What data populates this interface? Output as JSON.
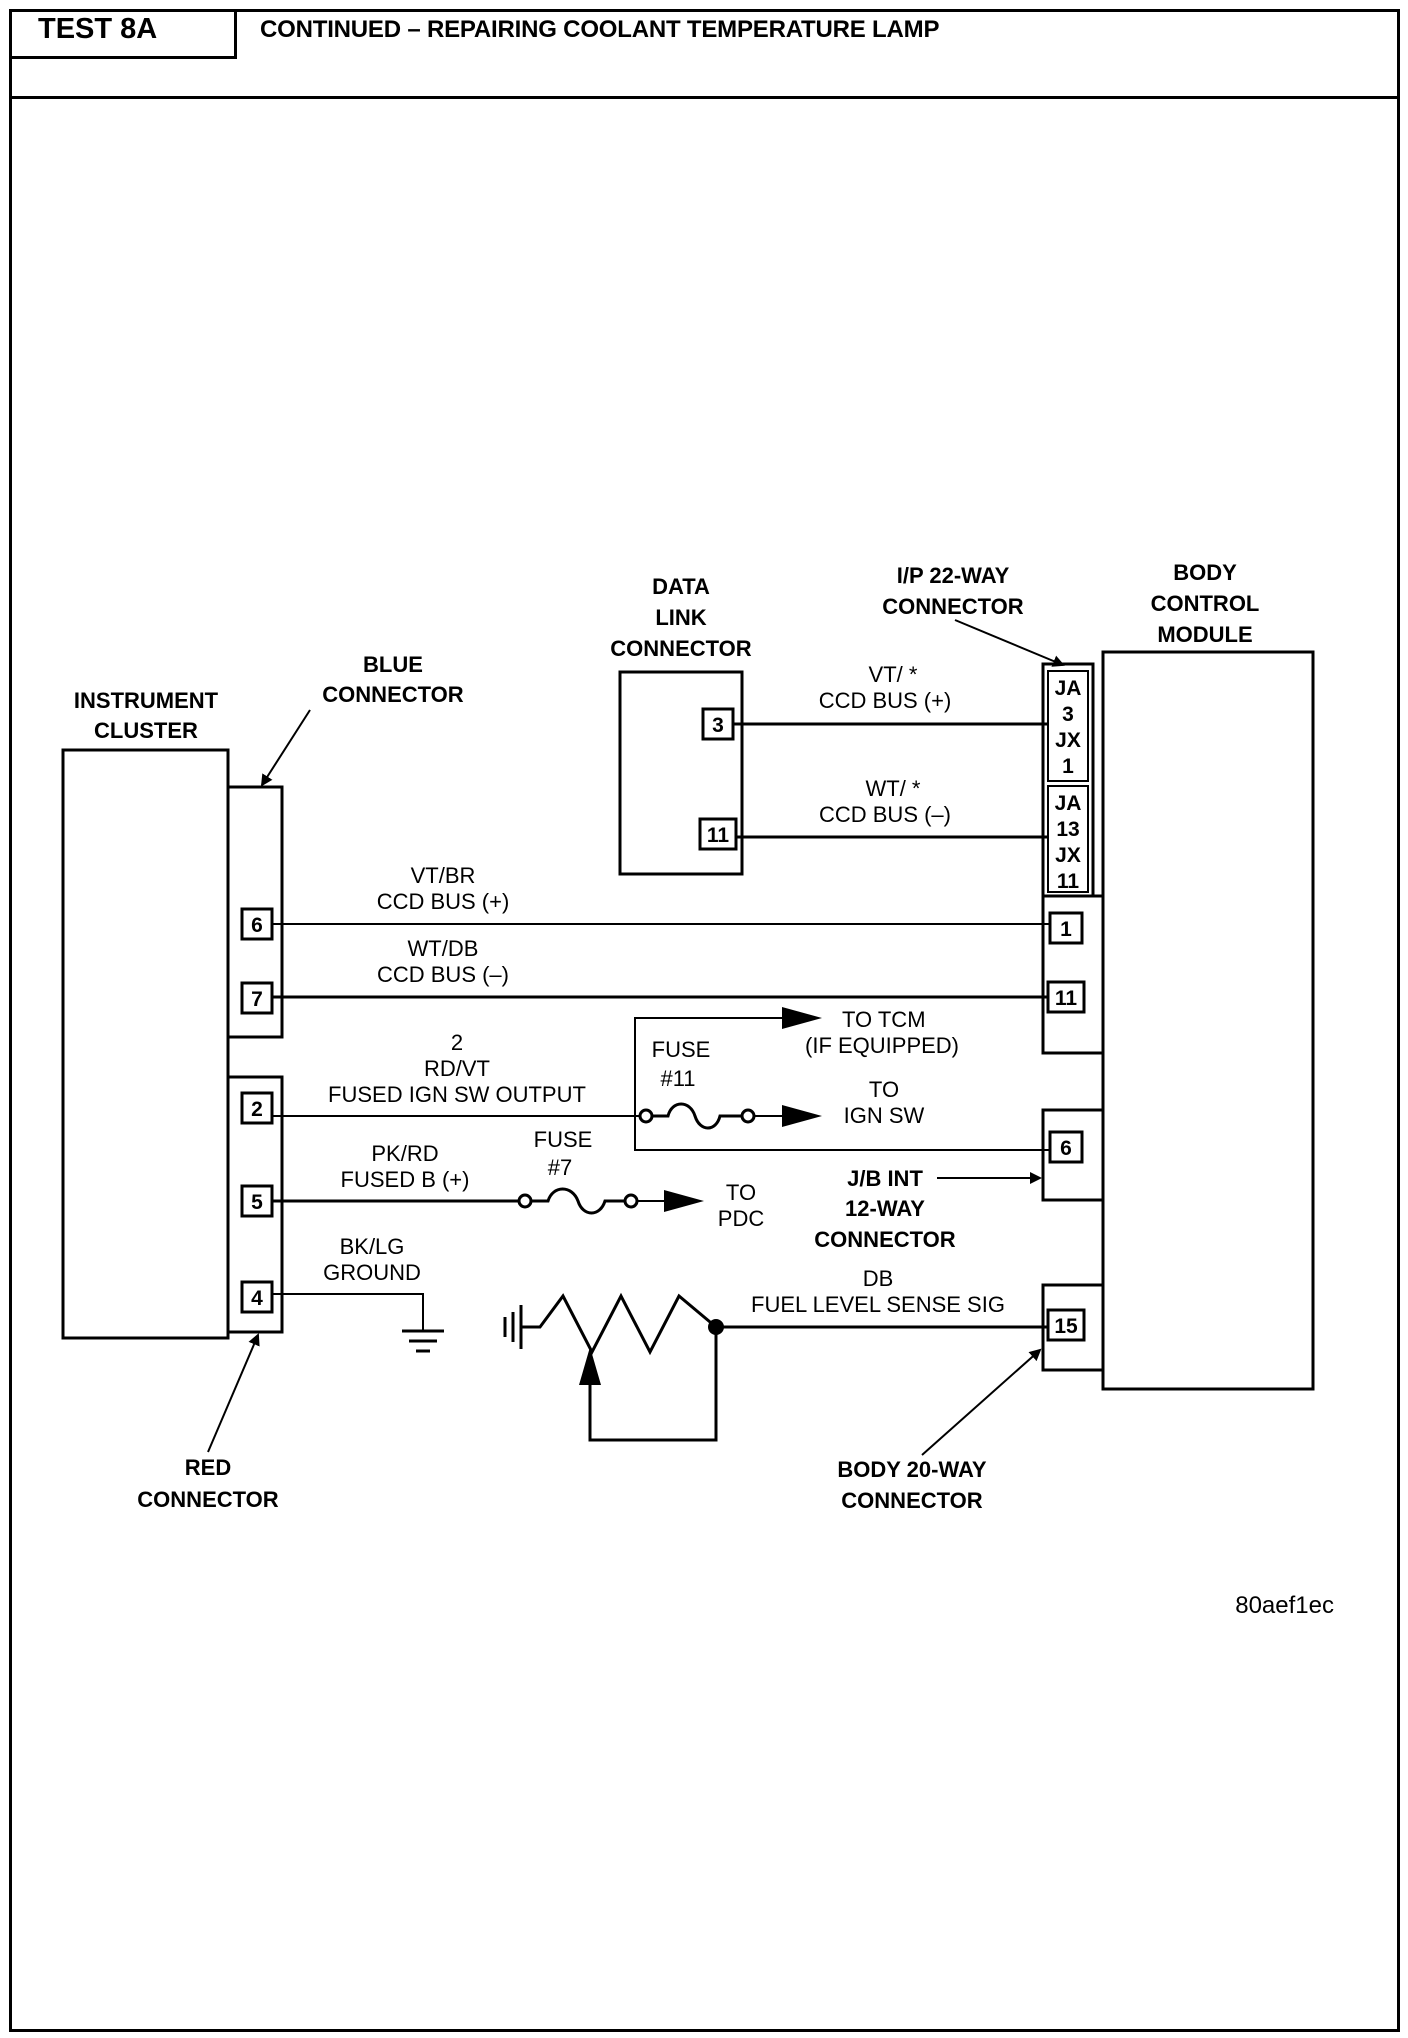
{
  "header": {
    "test_label": "TEST 8A",
    "title": "CONTINUED – REPAIRING COOLANT TEMPERATURE LAMP"
  },
  "diagram": {
    "instrument_cluster": [
      "INSTRUMENT",
      "CLUSTER"
    ],
    "blue_connector": [
      "BLUE",
      "CONNECTOR"
    ],
    "red_connector": [
      "RED",
      "CONNECTOR"
    ],
    "data_link_connector": [
      "DATA",
      "LINK",
      "CONNECTOR"
    ],
    "ip_22way_connector": [
      "I/P 22-WAY",
      "CONNECTOR"
    ],
    "body_control_module": [
      "BODY",
      "CONTROL",
      "MODULE"
    ],
    "jb_int_connector": [
      "J/B INT",
      "12-WAY",
      "CONNECTOR"
    ],
    "body_20way_connector": [
      "BODY 20-WAY",
      "CONNECTOR"
    ],
    "pins": {
      "cluster_6": "6",
      "cluster_7": "7",
      "cluster_2": "2",
      "cluster_5": "5",
      "cluster_4": "4",
      "dlc_3": "3",
      "dlc_11": "11",
      "bcm_1": "1",
      "bcm_11": "11",
      "bcm_6": "6",
      "bcm_15": "15"
    },
    "ip_pin_upper": [
      "JA",
      "3",
      "JX",
      "1"
    ],
    "ip_pin_lower": [
      "JA",
      "13",
      "JX",
      "11"
    ],
    "wires": {
      "dlc_bus_plus": [
        "VT/ *",
        "CCD BUS (+)"
      ],
      "dlc_bus_minus": [
        "WT/ *",
        "CCD BUS (–)"
      ],
      "cluster_bus_plus": [
        "VT/BR",
        "CCD BUS (+)"
      ],
      "cluster_bus_minus": [
        "WT/DB",
        "CCD BUS (–)"
      ],
      "ign_output": [
        "2",
        "RD/VT",
        "FUSED IGN SW OUTPUT"
      ],
      "fused_b": [
        "PK/RD",
        "FUSED B (+)"
      ],
      "ground": [
        "BK/LG",
        "GROUND"
      ],
      "fuel_sense": [
        "DB",
        "FUEL LEVEL SENSE SIG"
      ]
    },
    "fuse_11": [
      "FUSE",
      "#11"
    ],
    "fuse_7": [
      "FUSE",
      "#7"
    ],
    "to_tcm": [
      "TO TCM",
      "(IF EQUIPPED)"
    ],
    "to_ign_sw": [
      "TO",
      "IGN SW"
    ],
    "to_pdc": [
      "TO",
      "PDC"
    ],
    "figure_code": "80aef1ec"
  }
}
